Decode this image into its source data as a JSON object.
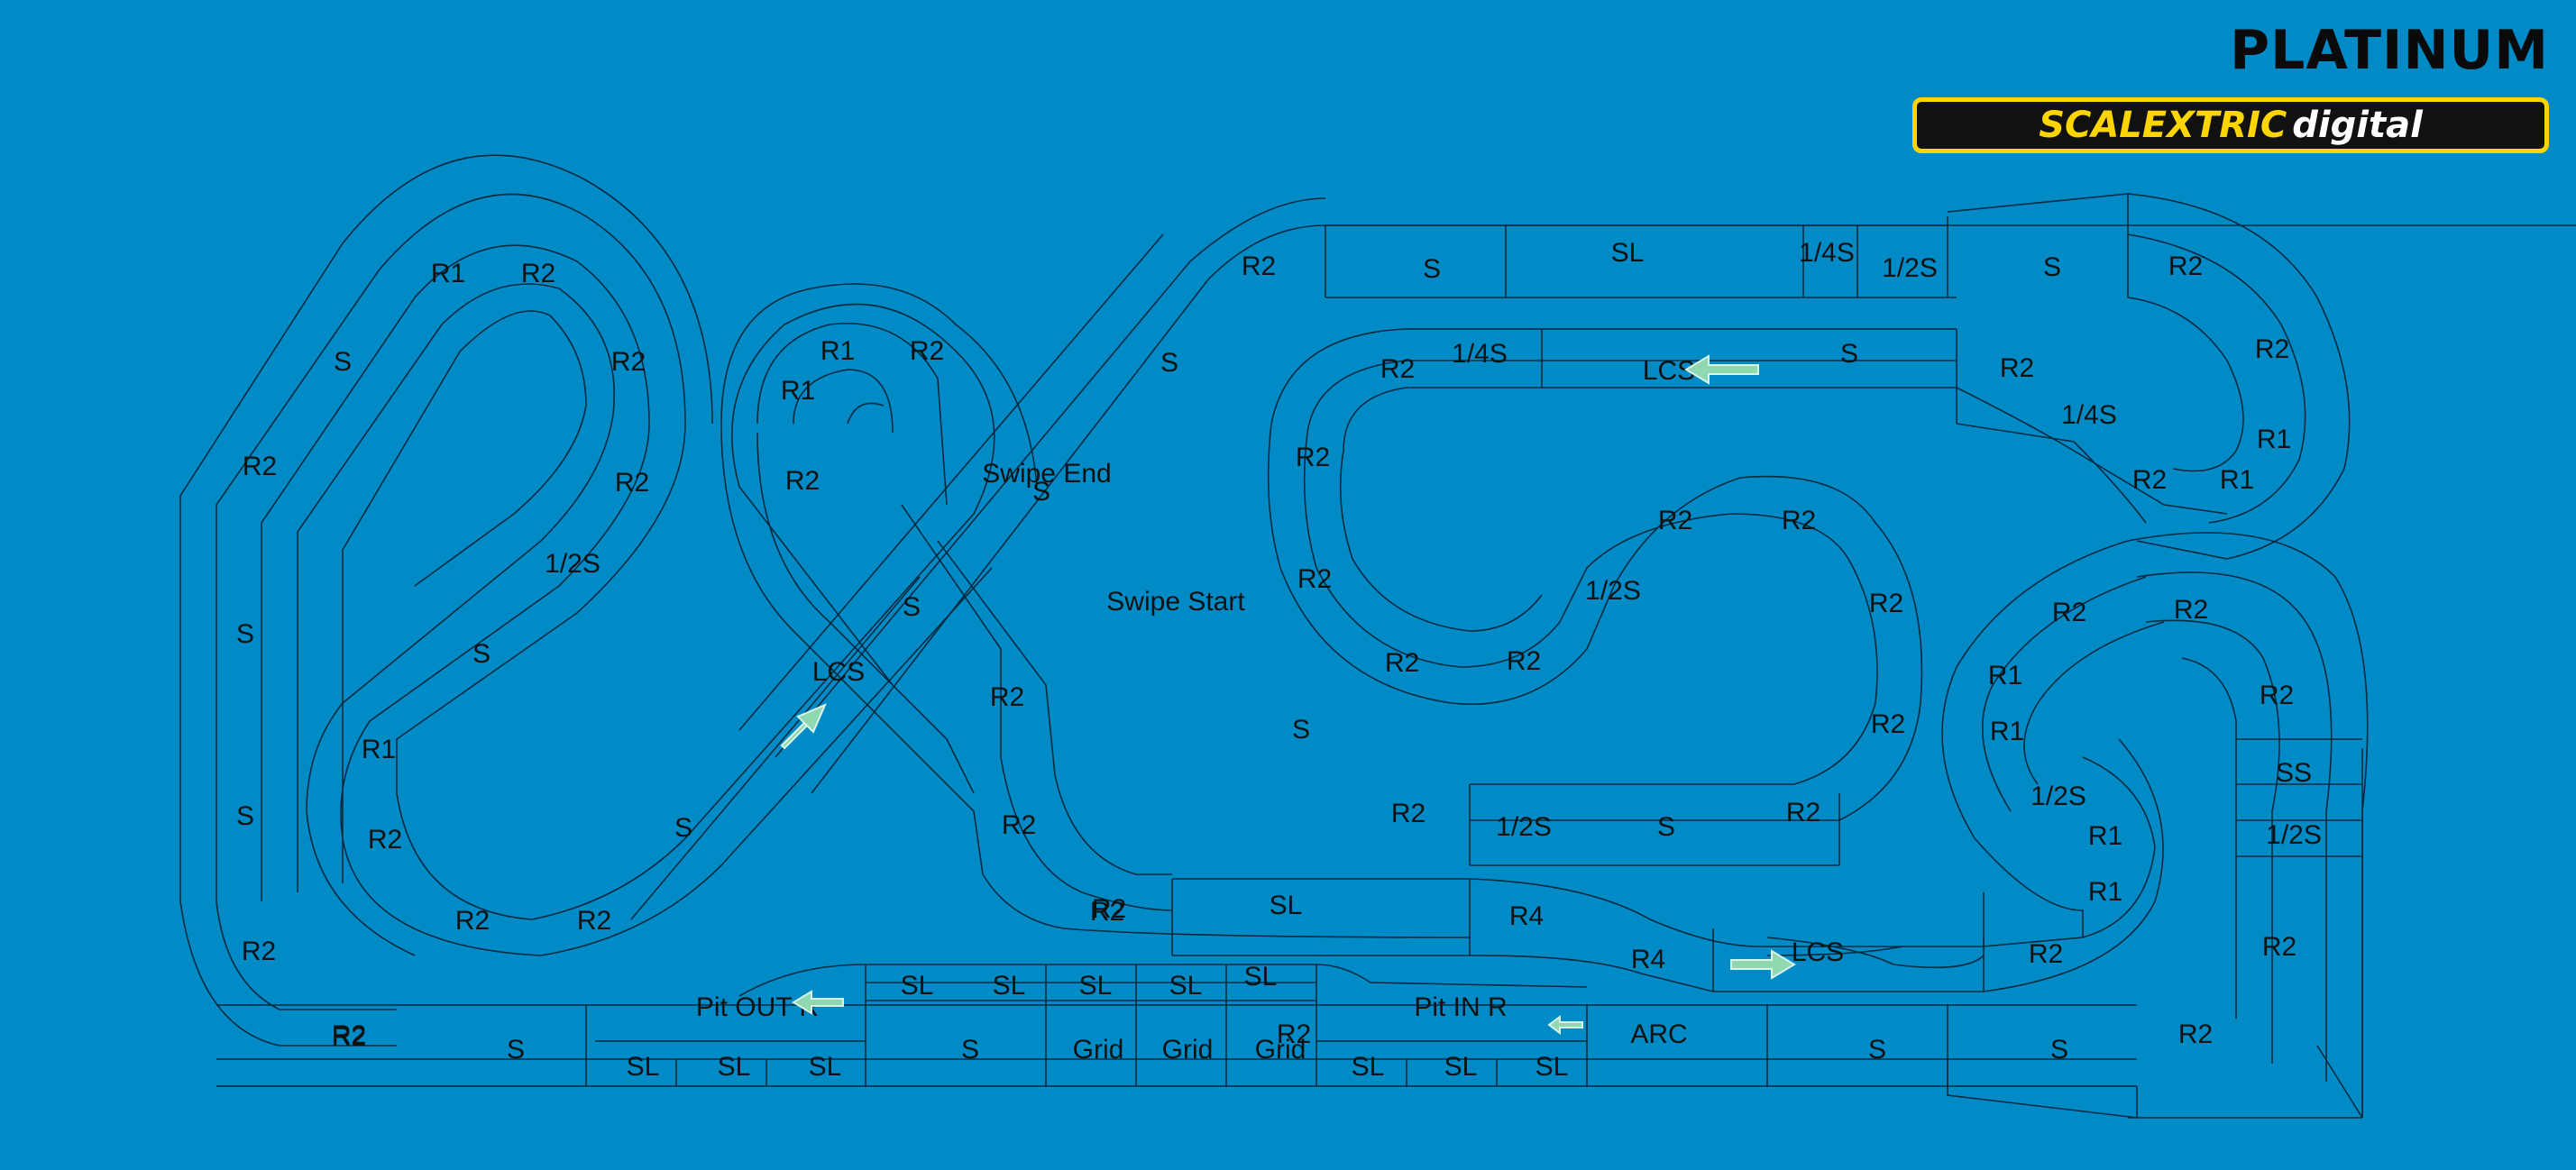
{
  "brand": {
    "tier": "PLATINUM",
    "logo_text": "SCALEXTRIC",
    "logo_suffix": "digital"
  },
  "colors": {
    "background": "#008bc7",
    "track_lines": "#002a40",
    "arrows": "#8fd8b0",
    "logo_yellow": "#ffd500"
  },
  "pieces": [
    {
      "label": "R1"
    },
    {
      "label": "R2"
    },
    {
      "label": "S"
    },
    {
      "label": "R2"
    },
    {
      "label": "R2"
    },
    {
      "label": "R2"
    },
    {
      "label": "1/2S"
    },
    {
      "label": "S"
    },
    {
      "label": "S"
    },
    {
      "label": "S"
    },
    {
      "label": "R1"
    },
    {
      "label": "R2"
    },
    {
      "label": "R2"
    },
    {
      "label": "R2"
    },
    {
      "label": "S"
    },
    {
      "label": "R2"
    },
    {
      "label": "R2"
    },
    {
      "label": "R1"
    },
    {
      "label": "R2"
    },
    {
      "label": "R1"
    },
    {
      "label": "R2"
    },
    {
      "label": "Swipe End"
    },
    {
      "label": "S"
    },
    {
      "label": "S"
    },
    {
      "label": "S"
    },
    {
      "label": "LCS"
    },
    {
      "label": "Swipe Start"
    },
    {
      "label": "S"
    },
    {
      "label": "R2"
    },
    {
      "label": "R2"
    },
    {
      "label": "R2"
    },
    {
      "label": "R2"
    },
    {
      "label": "S"
    },
    {
      "label": "SL"
    },
    {
      "label": "1/4S"
    },
    {
      "label": "1/2S"
    },
    {
      "label": "S"
    },
    {
      "label": "R2"
    },
    {
      "label": "R2"
    },
    {
      "label": "R1"
    },
    {
      "label": "R1"
    },
    {
      "label": "R2"
    },
    {
      "label": "1/4S"
    },
    {
      "label": "R2"
    },
    {
      "label": "R2"
    },
    {
      "label": "1/4S"
    },
    {
      "label": "LCS"
    },
    {
      "label": "S"
    },
    {
      "label": "R2"
    },
    {
      "label": "R2"
    },
    {
      "label": "R2"
    },
    {
      "label": "R2"
    },
    {
      "label": "1/2S"
    },
    {
      "label": "R2"
    },
    {
      "label": "R2"
    },
    {
      "label": "R2"
    },
    {
      "label": "R2"
    },
    {
      "label": "R2"
    },
    {
      "label": "R2"
    },
    {
      "label": "1/2S"
    },
    {
      "label": "S"
    },
    {
      "label": "R2"
    },
    {
      "label": "R2"
    },
    {
      "label": "R1"
    },
    {
      "label": "R1"
    },
    {
      "label": "R2"
    },
    {
      "label": "SS"
    },
    {
      "label": "1/2S"
    },
    {
      "label": "1/2S"
    },
    {
      "label": "R1"
    },
    {
      "label": "R1"
    },
    {
      "label": "R2"
    },
    {
      "label": "SL"
    },
    {
      "label": "R2"
    },
    {
      "label": "R4"
    },
    {
      "label": "R4"
    },
    {
      "label": "LCS"
    },
    {
      "label": "R2"
    },
    {
      "label": "Pit OUT R"
    },
    {
      "label": "SL"
    },
    {
      "label": "SL"
    },
    {
      "label": "SL"
    },
    {
      "label": "SL"
    },
    {
      "label": "SL"
    },
    {
      "label": "Pit IN R"
    },
    {
      "label": "ARC"
    },
    {
      "label": "S"
    },
    {
      "label": "Grid"
    },
    {
      "label": "Grid"
    },
    {
      "label": "Grid"
    },
    {
      "label": "S"
    },
    {
      "label": "S"
    },
    {
      "label": "S"
    },
    {
      "label": "R2"
    },
    {
      "label": "SL"
    },
    {
      "label": "SL"
    },
    {
      "label": "SL"
    },
    {
      "label": "SL"
    },
    {
      "label": "SL"
    },
    {
      "label": "SL"
    },
    {
      "label": "R2"
    },
    {
      "label": "R2"
    }
  ],
  "direction_arrows": [
    {
      "name": "arrow-lcs-diagonal"
    },
    {
      "name": "arrow-lcs-top"
    },
    {
      "name": "arrow-lcs-bottom"
    },
    {
      "name": "arrow-pit-out"
    },
    {
      "name": "arrow-pit-in"
    }
  ]
}
